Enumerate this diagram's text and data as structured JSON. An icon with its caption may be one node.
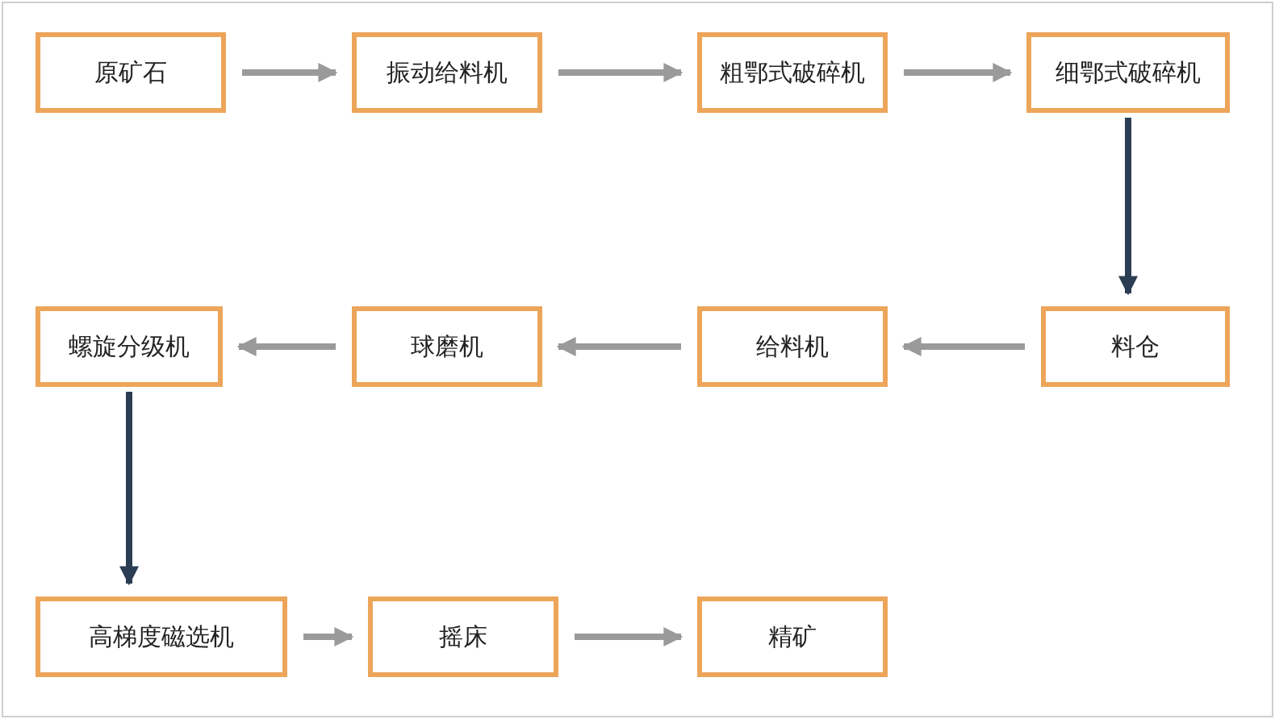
{
  "diagram": {
    "nodes": [
      {
        "text": [
          "原矿石"
        ]
      },
      {
        "text": [
          "振动给料机"
        ]
      },
      {
        "text": [
          "粗鄂式破碎机"
        ]
      },
      {
        "text": [
          "细鄂式破碎机"
        ]
      },
      {
        "text": [
          "螺旋分级机"
        ]
      },
      {
        "text": [
          "球磨机"
        ]
      },
      {
        "text": [
          "给料机"
        ]
      },
      {
        "text": [
          "料仓"
        ]
      },
      {
        "text": [
          "高梯度磁选机"
        ]
      },
      {
        "text": [
          "摇床"
        ]
      },
      {
        "text": [
          "精矿"
        ]
      }
    ],
    "edges": [
      {
        "from": 0,
        "to": 1,
        "arrow": "to"
      },
      {
        "from": 1,
        "to": 2,
        "arrow": "to"
      },
      {
        "from": 2,
        "to": 3,
        "arrow": "to"
      },
      {
        "from": 3,
        "to": 7,
        "arrow": "to",
        "color": "#2b3d52"
      },
      {
        "from": 7,
        "to": 6,
        "arrow": "to"
      },
      {
        "from": 6,
        "to": 5,
        "arrow": "to"
      },
      {
        "from": 5,
        "to": 4,
        "arrow": "to"
      },
      {
        "from": 4,
        "to": 8,
        "arrow": "to",
        "color": "#2b3d52"
      },
      {
        "from": 8,
        "to": 9,
        "arrow": "to"
      },
      {
        "from": 9,
        "to": 10,
        "arrow": "to"
      }
    ]
  }
}
